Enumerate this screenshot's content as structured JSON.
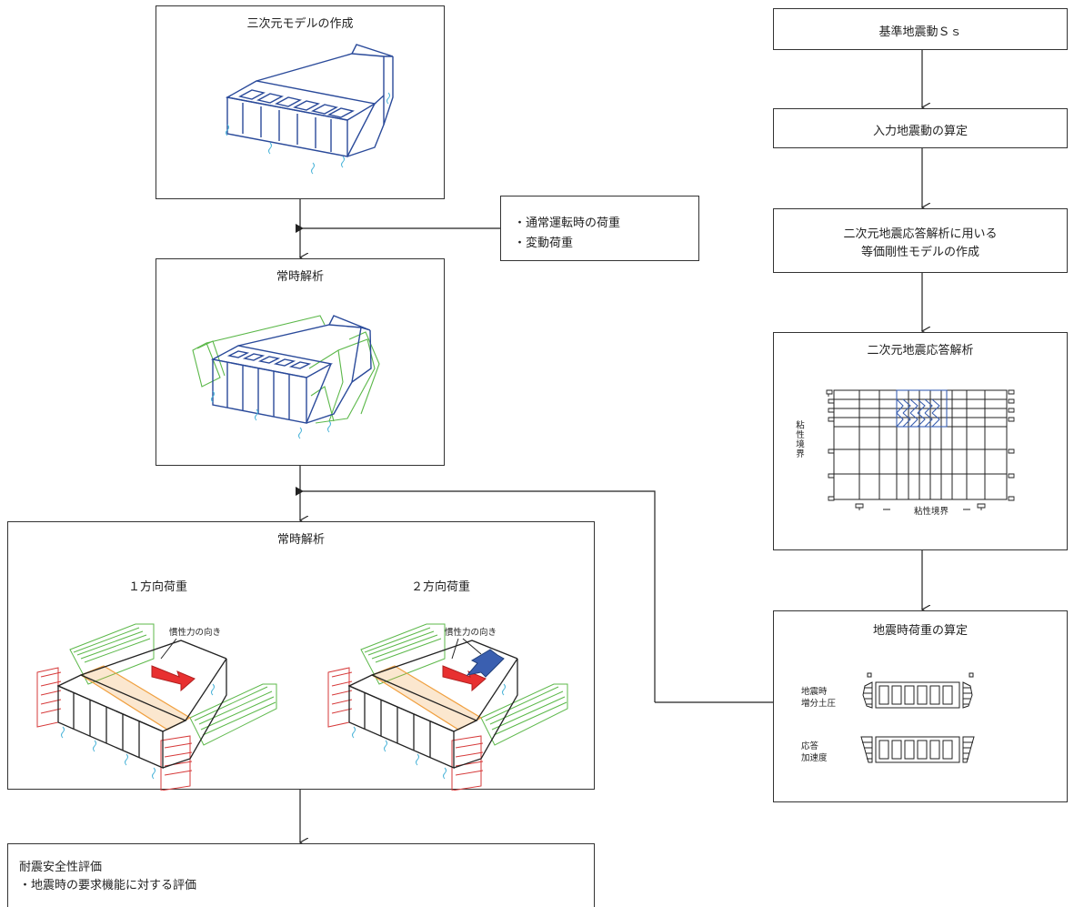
{
  "left": {
    "model_title": "三次元モデルの作成",
    "static_title": "常時解析",
    "loads": [
      "・通常運転時の荷重",
      "・変動荷重"
    ],
    "seismic": {
      "title": "常時解析",
      "one_dir": "１方向荷重",
      "two_dir": "２方向荷重",
      "inertia_label": "慣性力の向き"
    },
    "evaluation": {
      "title": "耐震安全性評価",
      "item": "・地震時の要求機能に対する評価"
    }
  },
  "right": {
    "ground_motion": "基準地震動Ｓｓ",
    "input_motion": "入力地震動の算定",
    "equiv_model_line1": "二次元地震応答解析に用いる",
    "equiv_model_line2": "等価剛性モデルの作成",
    "response_title": "二次元地震応答解析",
    "viscous_v": "粘性境界",
    "viscous_h": "粘性境界",
    "seismic_load_title": "地震時荷重の算定",
    "earth_pressure_label_1": "地震時",
    "earth_pressure_label_2": "増分土圧",
    "accel_label_1": "応答",
    "accel_label_2": "加速度"
  },
  "colors": {
    "model_blue": "#2a4a9a",
    "deform_green": "#5cb84a",
    "load_red": "#d63a3a",
    "highlight_orange": "#f0a040",
    "spring_cyan": "#49b3d8"
  }
}
